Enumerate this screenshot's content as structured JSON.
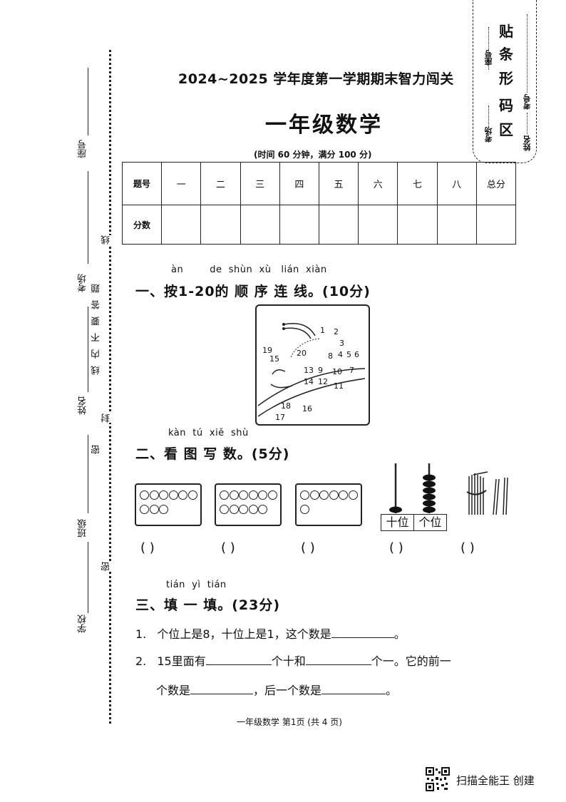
{
  "binding": {
    "seat_no": "座号",
    "exam_room": "考场",
    "name": "姓名",
    "class": "班级",
    "school": "学校",
    "seal_chars": [
      "线",
      "题",
      "答",
      "要",
      "不",
      "内",
      "线",
      "封",
      "密",
      "密"
    ]
  },
  "barcode_area": {
    "seat_label": "座号",
    "room_label": "考场",
    "chars": [
      "贴",
      "条",
      "形",
      "码",
      "区"
    ],
    "exam_no_label": "考号",
    "name_label": "姓名"
  },
  "header": {
    "title": "2024~2025 学年度第一学期期末智力闯关",
    "subject": "一年级数学",
    "subtitle": "(时间 60 分钟，满分 100 分)"
  },
  "score_table": {
    "header_row": [
      "题号",
      "一",
      "二",
      "三",
      "四",
      "五",
      "六",
      "七",
      "八",
      "总分"
    ],
    "score_row_label": "分数"
  },
  "section1": {
    "pinyin": "àn        de  shùn  xù   lián  xiàn",
    "title": "一、按1-20的 顺 序 连 线。(10分)",
    "dots": [
      "1",
      "2",
      "3",
      "4",
      "5",
      "6",
      "7",
      "8",
      "9",
      "10",
      "11",
      "12",
      "13",
      "14",
      "15",
      "16",
      "17",
      "18",
      "19",
      "20"
    ]
  },
  "section2": {
    "pinyin": "kàn  tú  xiě  shù",
    "title": "二、看 图 写 数。(5分)",
    "card_counts": [
      9,
      11,
      7
    ],
    "abacus": {
      "tens_label": "十位",
      "ones_label": "个位",
      "tens_beads": 1,
      "ones_beads": 6
    },
    "answers": [
      "(        )",
      "(        )",
      "(        )",
      "(        )",
      "(        )"
    ]
  },
  "section3": {
    "pinyin": "tián  yì  tián",
    "title": "三、填 一 填。(23分)",
    "q1": {
      "num": "1.",
      "text": "个位上是8，十位上是1，这个数是",
      "end": "。"
    },
    "q2": {
      "num": "2.",
      "part1": "15里面有",
      "part2": "个十和",
      "part3": "个一。它的前一",
      "part4": "个数是",
      "part5": "，后一个数是",
      "end": "。"
    }
  },
  "footer": {
    "page": "一年级数学   第1页 (共 4 页)",
    "scanner": "扫描全能王  创建"
  }
}
